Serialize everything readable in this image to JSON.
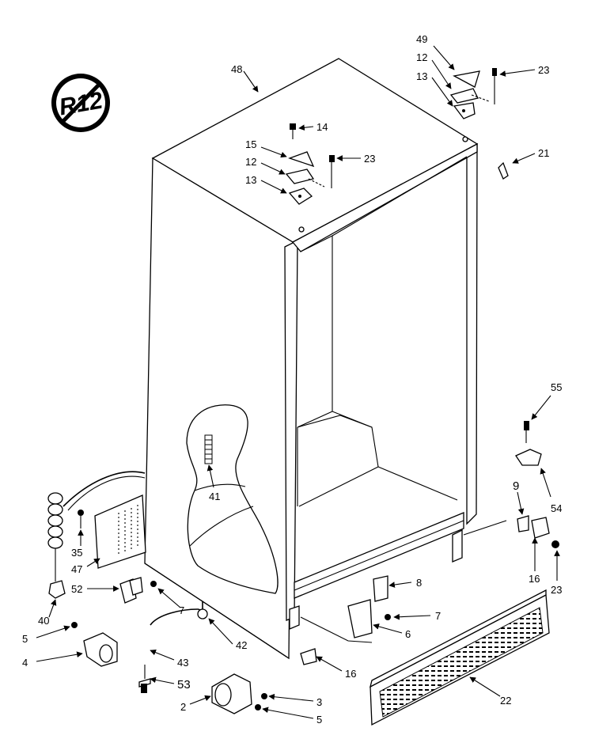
{
  "logo": {
    "text": "R12"
  },
  "callouts": [
    {
      "id": "c1",
      "label": "48"
    },
    {
      "id": "c2",
      "label": "49"
    },
    {
      "id": "c3",
      "label": "12"
    },
    {
      "id": "c4",
      "label": "13"
    },
    {
      "id": "c5",
      "label": "23"
    },
    {
      "id": "c6",
      "label": "14"
    },
    {
      "id": "c7",
      "label": "15"
    },
    {
      "id": "c8",
      "label": "12"
    },
    {
      "id": "c9",
      "label": "13"
    },
    {
      "id": "c10",
      "label": "23"
    },
    {
      "id": "c11",
      "label": "21"
    },
    {
      "id": "c12",
      "label": "55"
    },
    {
      "id": "c13",
      "label": "54"
    },
    {
      "id": "c14",
      "label": "9"
    },
    {
      "id": "c15",
      "label": "16"
    },
    {
      "id": "c16",
      "label": "23"
    },
    {
      "id": "c17",
      "label": "41"
    },
    {
      "id": "c18",
      "label": "35"
    },
    {
      "id": "c19",
      "label": "47"
    },
    {
      "id": "c20",
      "label": "52"
    },
    {
      "id": "c21",
      "label": "40"
    },
    {
      "id": "c22",
      "label": "7"
    },
    {
      "id": "c23",
      "label": "5"
    },
    {
      "id": "c24",
      "label": "4"
    },
    {
      "id": "c25",
      "label": "42"
    },
    {
      "id": "c26",
      "label": "43"
    },
    {
      "id": "c27",
      "label": "53"
    },
    {
      "id": "c28",
      "label": "8"
    },
    {
      "id": "c29",
      "label": "7"
    },
    {
      "id": "c30",
      "label": "6"
    },
    {
      "id": "c31",
      "label": "16"
    },
    {
      "id": "c32",
      "label": "22"
    },
    {
      "id": "c33",
      "label": "2"
    },
    {
      "id": "c34",
      "label": "3"
    },
    {
      "id": "c35",
      "label": "5"
    }
  ]
}
